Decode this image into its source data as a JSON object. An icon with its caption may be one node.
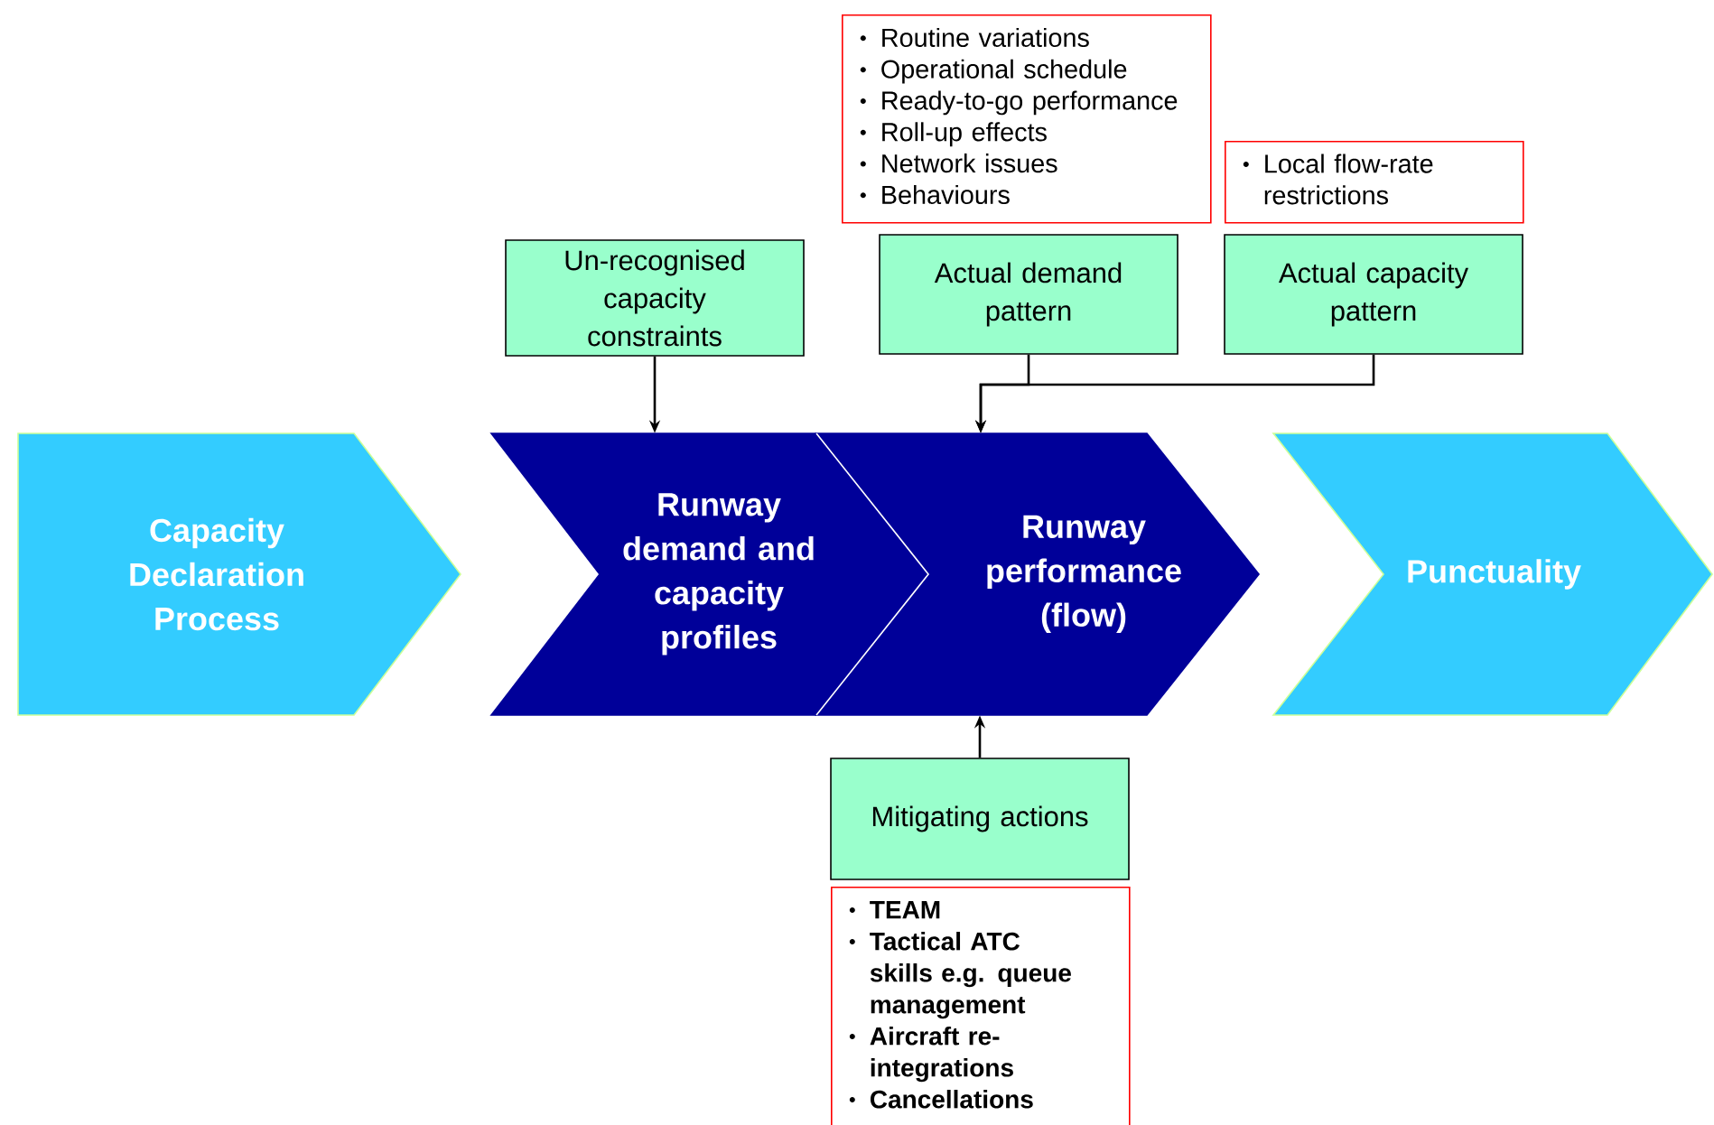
{
  "diagram": {
    "nodes": [
      {
        "text": [
          "Capacity Declaration Process"
        ]
      },
      {
        "text": [
          "Runway demand and capacity profiles"
        ]
      },
      {
        "text": [
          "Runway performance (flow)"
        ]
      },
      {
        "text": [
          "Punctuality"
        ]
      },
      {
        "text": [
          "Un-recognised capacity constraints"
        ]
      },
      {
        "text": [
          "Routine variations",
          "Operational schedule",
          "Ready-to-go performance",
          "Roll-up effects",
          "Network issues",
          "Behaviours"
        ]
      },
      {
        "text": [
          "Actual demand pattern"
        ]
      },
      {
        "text": [
          "Local flow-rate restrictions"
        ]
      },
      {
        "text": [
          "Actual capacity pattern"
        ]
      },
      {
        "text": [
          "Mitigating actions"
        ]
      },
      {
        "text": [
          "TEAM",
          "Tactical ATC skills e.g. queue management",
          "Aircraft re-integrations",
          "Cancellations"
        ]
      }
    ],
    "edges": [
      {
        "from": 4,
        "to": 1,
        "arrow": "to"
      },
      {
        "from": 6,
        "to": 2,
        "arrow": "to"
      },
      {
        "from": 8,
        "to": 2,
        "arrow": "to"
      },
      {
        "from": 9,
        "to": 2,
        "arrow": "to"
      }
    ]
  }
}
